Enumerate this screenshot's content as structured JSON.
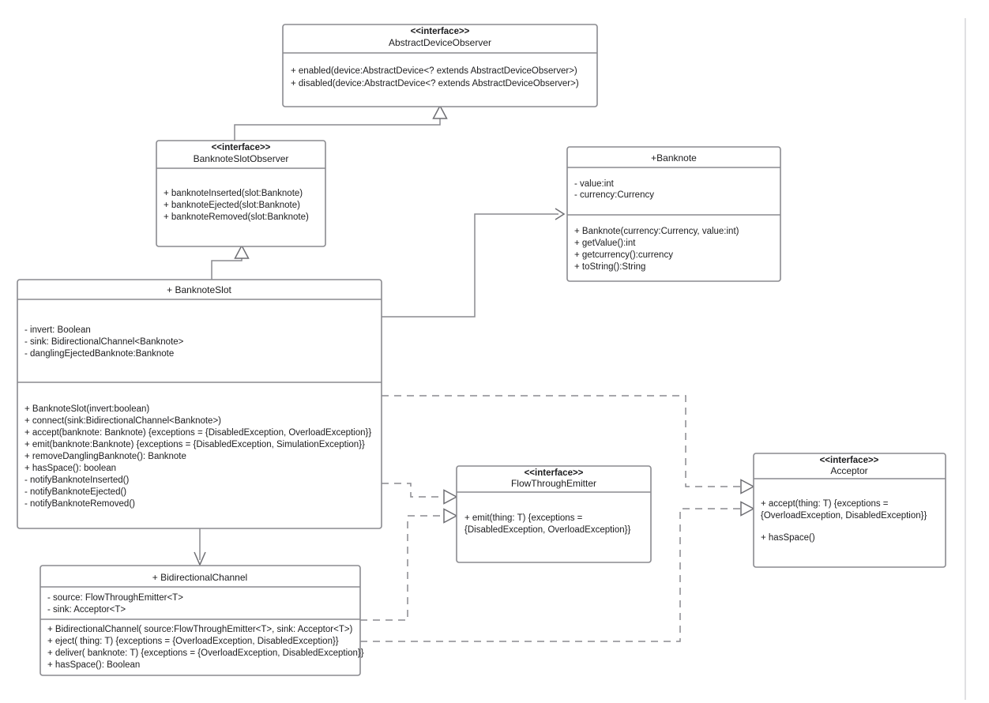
{
  "diagram": {
    "kind": "uml-class-diagram",
    "stereotype_label": "<<interface>>",
    "colors": {
      "background": "#ffffff",
      "box_stroke": "#8a8a8f",
      "text": "#1c1c1e",
      "edge": "#8a8a8f",
      "margin_line": "#d2d2d7"
    }
  },
  "classes": {
    "abstract_device_observer": {
      "stereotype": "<<interface>>",
      "name": "AbstractDeviceObserver",
      "attributes": [],
      "methods": [
        "+ enabled(device:AbstractDevice<? extends AbstractDeviceObserver>)",
        "+ disabled(device:AbstractDevice<? extends AbstractDeviceObserver>)"
      ]
    },
    "banknote_slot_observer": {
      "stereotype": "<<interface>>",
      "name": "BanknoteSlotObserver",
      "attributes": [],
      "methods": [
        "+ banknoteInserted(slot:Banknote)",
        "+ banknoteEjected(slot:Banknote)",
        "+ banknoteRemoved(slot:Banknote)"
      ]
    },
    "banknote": {
      "stereotype": "",
      "name": "+Banknote",
      "attributes": [
        "- value:int",
        "- currency:Currency"
      ],
      "methods": [
        "+ Banknote(currency:Currency, value:int)",
        "+ getValue():int",
        "+ getcurrency():currency",
        "+ toString():String"
      ]
    },
    "banknote_slot": {
      "stereotype": "",
      "name": "+ BanknoteSlot",
      "attributes": [
        "- invert: Boolean",
        "- sink: BidirectionalChannel<Banknote>",
        "- danglingEjectedBanknote:Banknote"
      ],
      "methods": [
        "+ BanknoteSlot(invert:boolean)",
        "+ connect(sink:BidirectionalChannel<Banknote>)",
        "+ accept(banknote: Banknote) {exceptions = {DisabledException, OverloadException}}",
        "+ emit(banknote:Banknote) {exceptions = {DisabledException, SimulationException}}",
        "+ removeDanglingBanknote(): Banknote",
        "+ hasSpace(): boolean",
        "- notifyBanknoteInserted()",
        "- notifyBanknoteEjected()",
        "- notifyBanknoteRemoved()"
      ]
    },
    "flow_through_emitter": {
      "stereotype": "<<interface>>",
      "name": "FlowThroughEmitter",
      "attributes": [],
      "methods": [
        "+ emit(thing: T) {exceptions =",
        "{DisabledException, OverloadException}}"
      ]
    },
    "acceptor": {
      "stereotype": "<<interface>>",
      "name": "Acceptor",
      "attributes": [],
      "methods": [
        "+ accept(thing: T) {exceptions =",
        "{OverloadException, DisabledException}}",
        "",
        "+ hasSpace()"
      ]
    },
    "bidirectional_channel": {
      "stereotype": "",
      "name": "+ BidirectionalChannel",
      "attributes": [
        "- source: FlowThroughEmitter<T>",
        "- sink: Acceptor<T>"
      ],
      "methods": [
        "+ BidirectionalChannel( source:FlowThroughEmitter<T>, sink: Acceptor<T>)",
        "+ eject( thing: T) {exceptions = {OverloadException, DisabledException}}",
        "+ deliver( banknote: T) {exceptions = {OverloadException, DisabledException}}",
        "+ hasSpace(): Boolean"
      ]
    }
  },
  "relationships": [
    {
      "name": "generalization-observer",
      "from": "banknote_slot_observer",
      "to": "abstract_device_observer",
      "type": "generalization"
    },
    {
      "name": "generalization-slot",
      "from": "banknote_slot",
      "to": "banknote_slot_observer",
      "type": "generalization"
    },
    {
      "name": "association-banknote",
      "from": "banknote_slot",
      "to": "banknote",
      "type": "association"
    },
    {
      "name": "association-channel",
      "from": "banknote_slot",
      "to": "bidirectional_channel",
      "type": "association"
    },
    {
      "name": "realization-slot-emitter",
      "from": "banknote_slot",
      "to": "flow_through_emitter",
      "type": "realization"
    },
    {
      "name": "realization-slot-acceptor",
      "from": "banknote_slot",
      "to": "acceptor",
      "type": "realization"
    },
    {
      "name": "realization-channel-emitter",
      "from": "bidirectional_channel",
      "to": "flow_through_emitter",
      "type": "realization"
    },
    {
      "name": "realization-channel-acceptor",
      "from": "bidirectional_channel",
      "to": "acceptor",
      "type": "realization"
    }
  ]
}
